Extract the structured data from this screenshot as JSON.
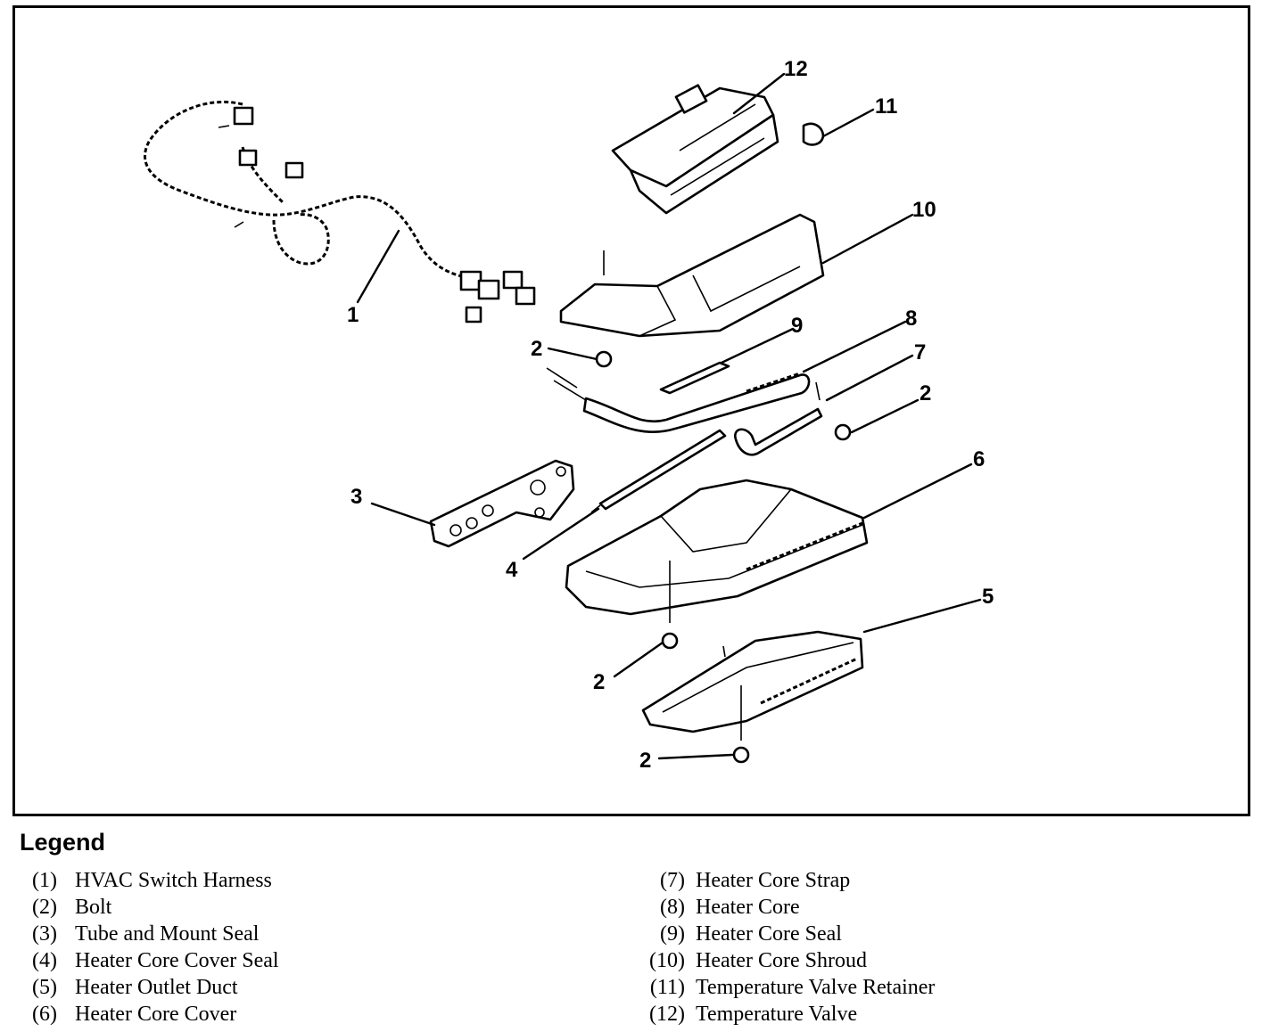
{
  "diagram": {
    "callouts": {
      "c1": "1",
      "c2a": "2",
      "c2b": "2",
      "c2c": "2",
      "c2d": "2",
      "c3": "3",
      "c4": "4",
      "c5": "5",
      "c6": "6",
      "c7": "7",
      "c8": "8",
      "c9": "9",
      "c10": "10",
      "c11": "11",
      "c12": "12"
    }
  },
  "legend": {
    "title": "Legend",
    "left": [
      {
        "num": "(1)",
        "text": "HVAC Switch Harness"
      },
      {
        "num": "(2)",
        "text": "Bolt"
      },
      {
        "num": "(3)",
        "text": "Tube and Mount Seal"
      },
      {
        "num": "(4)",
        "text": "Heater Core Cover Seal"
      },
      {
        "num": "(5)",
        "text": "Heater Outlet Duct"
      },
      {
        "num": "(6)",
        "text": "Heater Core Cover"
      }
    ],
    "right": [
      {
        "num": "(7)",
        "text": "Heater Core Strap"
      },
      {
        "num": "(8)",
        "text": "Heater Core"
      },
      {
        "num": "(9)",
        "text": "Heater Core Seal"
      },
      {
        "num": "(10)",
        "text": "Heater Core Shroud"
      },
      {
        "num": "(11)",
        "text": "Temperature Valve Retainer"
      },
      {
        "num": "(12)",
        "text": "Temperature Valve"
      }
    ]
  }
}
